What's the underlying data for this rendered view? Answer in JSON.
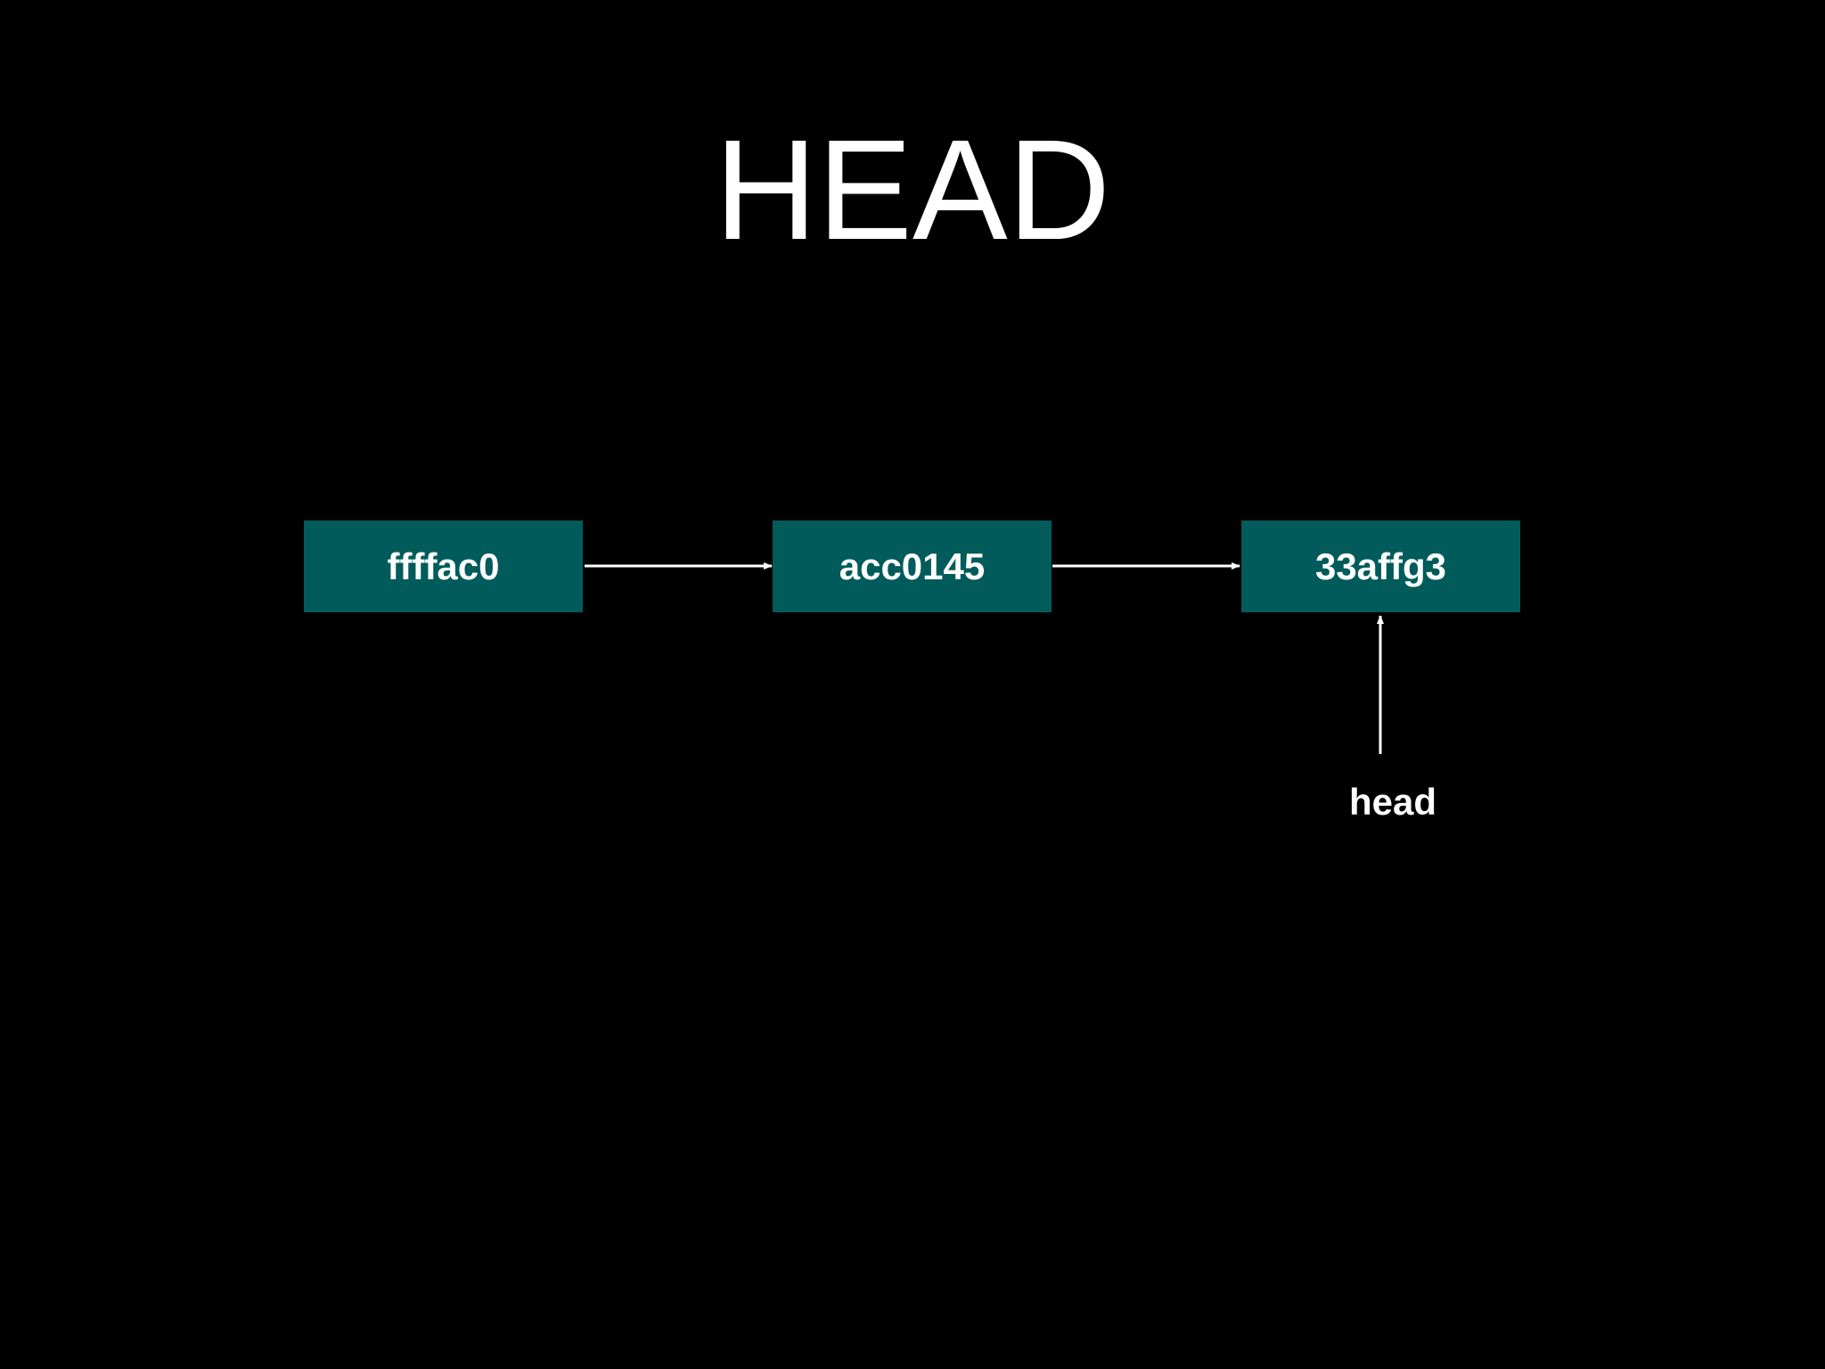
{
  "slide": {
    "title": "HEAD",
    "background_color": "#000000",
    "accent_color": "#015b5b",
    "text_color": "#ffffff"
  },
  "commits": [
    {
      "id": "ffffac0"
    },
    {
      "id": "acc0145"
    },
    {
      "id": "33affg3"
    }
  ],
  "pointer": {
    "label": "head",
    "target_commit": "33affg3"
  }
}
